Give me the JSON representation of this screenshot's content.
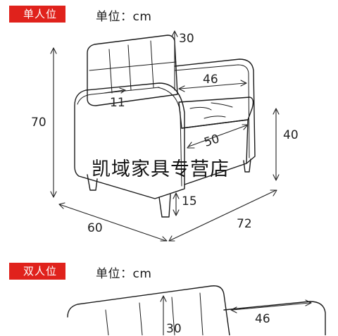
{
  "single": {
    "tag": "单人位",
    "unit": "单位：cm",
    "dims": {
      "top_height": "30",
      "seat_width": "46",
      "arm_depth": "11",
      "total_height": "70",
      "seat_height": "40",
      "seat_depth": "50",
      "leg_height": "15",
      "depth": "60",
      "width": "72"
    }
  },
  "watermark": "凯域家具专营店",
  "double": {
    "tag": "双人位",
    "unit": "单位：cm",
    "dims": {
      "seat_width": "46",
      "top_height": "30"
    }
  },
  "colors": {
    "tag_bg": "#e0221c",
    "line": "#1a1a1a"
  }
}
